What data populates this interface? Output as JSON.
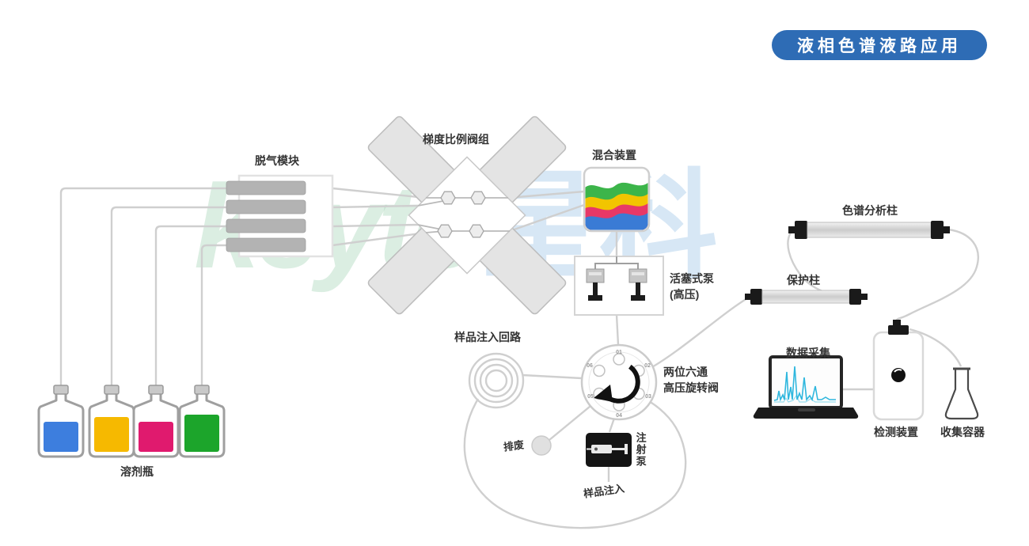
{
  "title_badge": {
    "label": "液相色谱液路应用",
    "bg_color": "#2e6cb5",
    "text_color": "#ffffff"
  },
  "watermark": {
    "part1": "keyto",
    "part2": "星科"
  },
  "labels": {
    "degasser": "脱气模块",
    "gradient_valve": "梯度比例阀组",
    "mixer": "混合装置",
    "piston_pump_line1": "活塞式泵",
    "piston_pump_line2": "(高压)",
    "sample_loop": "样品注入回路",
    "six_way_valve_line1": "两位六通",
    "six_way_valve_line2": "高压旋转阀",
    "waste": "排废",
    "syringe_pump": "注射泵",
    "sample_inject": "样品注入",
    "solvent_bottle": "溶剂瓶",
    "guard_column": "保护柱",
    "analysis_column": "色谱分析柱",
    "data_acquisition": "数据采集",
    "detector": "检测装置",
    "collector": "收集容器"
  },
  "valve": {
    "ports": [
      "01",
      "02",
      "03",
      "04",
      "05",
      "06"
    ]
  },
  "colors": {
    "bottle_blue": "#3d7ede",
    "bottle_yellow": "#f6b900",
    "bottle_magenta": "#e01a6e",
    "bottle_green": "#1ca52b",
    "mixer_green": "#3cb54a",
    "mixer_yellow": "#f2c500",
    "mixer_red": "#e73867",
    "mixer_blue": "#3a7bd5",
    "badge_blue": "#2e6cb5",
    "tube_gray": "#cfcfcf"
  }
}
